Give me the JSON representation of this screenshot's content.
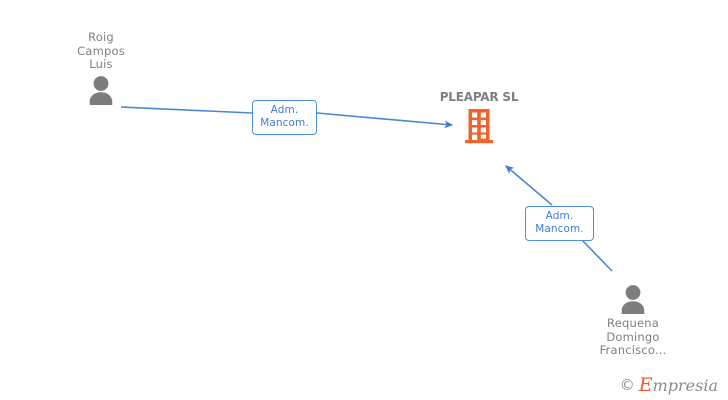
{
  "diagram": {
    "title": "PLEAPAR SL company relations chart",
    "background_color": "#ffffff",
    "edge_color": "#4a86d8",
    "company_color": "#f2622a",
    "person_color": "#808080",
    "label_text_color": "#3b7dd8",
    "label_border_color": "#4a90d9"
  },
  "company": {
    "name": "PLEAPAR SL",
    "icon": "building-icon"
  },
  "people": [
    {
      "id": "roig-campos-luis",
      "name": "Roig\nCampos\nLuis",
      "icon": "person-icon",
      "label_position": "above"
    },
    {
      "id": "requena-domingo-francisco",
      "name": "Requena\nDomingo\nFrancisco...",
      "icon": "person-icon",
      "label_position": "below"
    }
  ],
  "relations": [
    {
      "id": "relation-roig-campos-luis",
      "from": "roig-campos-luis",
      "to": "pleapar-sl",
      "label": "Adm.\nMancom."
    },
    {
      "id": "relation-requena-domingo-francisco",
      "from": "requena-domingo-francisco",
      "to": "pleapar-sl",
      "label": "Adm.\nMancom."
    }
  ],
  "watermark": {
    "copyright": "©",
    "brand_initial": "E",
    "brand_rest": "mpresia"
  }
}
